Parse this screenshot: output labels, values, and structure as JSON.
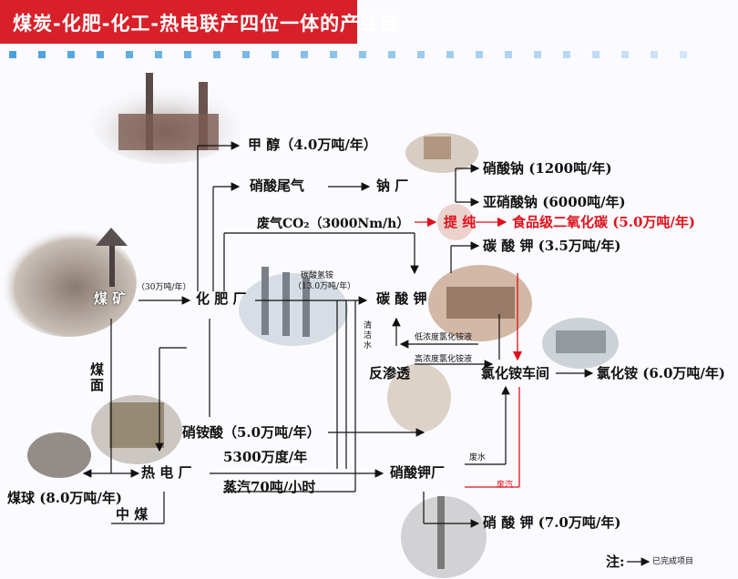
{
  "title": "煤炭-化肥-化工-热电联产四位一体的产业链",
  "nodes": {
    "methanol": "甲 醇（4.0万吨/年）",
    "nitric_tail_gas": "硝酸尾气",
    "sodium_plant": "钠 厂",
    "sodium_nitrate": "硝酸钠 (1200吨/年)",
    "sodium_nitrite": "亚硝酸钠 (6000吨/年)",
    "waste_co2": "废气CO₂（3000Nm/h）",
    "purify": "提 纯",
    "food_co2": "食品级二氧化碳 (5.0万吨/年)",
    "potassium_carbonate_out": "碳 酸 钾 (3.5万吨/年)",
    "coal_mine": "煤 矿",
    "coal_rate": "（30万吨/年）",
    "fertilizer_plant": "化 肥 厂",
    "ammonium_bicarbonate": "碳酸氢铵",
    "ammonium_bicarbonate_rate": "（13.0万吨/年）",
    "potassium_carbonate": "碳 酸 钾",
    "clean_water": "清洁水",
    "low_ammonium_chloride": "低浓度氯化铵液",
    "high_ammonium_chloride": "高浓度氯化铵液",
    "reverse_osmosis": "反渗透",
    "ammonium_chloride_workshop": "氯化铵车间",
    "ammonium_chloride_out": "氯化铵 (6.0万吨/年)",
    "coal_fines": "煤面",
    "ammonium_nitrate": "硝铵酸（5.0万吨/年）",
    "power_plant": "热 电 厂",
    "electricity": "5300万度/年",
    "steam": "蒸汽70吨/小时",
    "potassium_nitrate_plant": "硝酸钾厂",
    "waste_water": "废水",
    "waste_steam": "废汽",
    "coal_briquette": "煤球 (8.0万吨/年)",
    "medium_coal": "中 煤",
    "potassium_nitrate_out": "硝 酸 钾 (7.0万吨/年)"
  },
  "legend": {
    "note_label": "注:",
    "arrow_desc": "已完成项目"
  },
  "colors": {
    "banner": "#d8202a",
    "accent_blue": "#4aa0dd",
    "red_flow": "#e0101a"
  }
}
